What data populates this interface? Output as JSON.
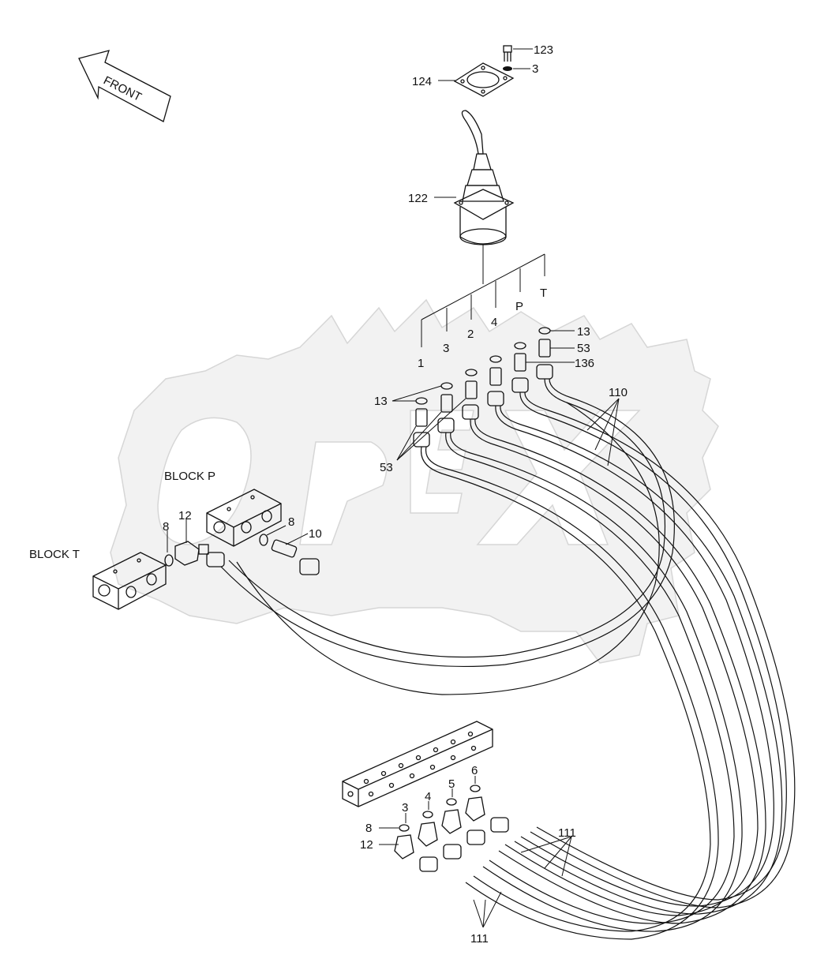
{
  "front_arrow": "FRONT",
  "watermark": "OPEX",
  "block_p": "BLOCK  P",
  "block_t": "BLOCK  T",
  "ports": [
    "1",
    "2",
    "3",
    "4",
    "P",
    "T"
  ],
  "callouts": {
    "c123": "123",
    "c3_top": "3",
    "c124": "124",
    "c122": "122",
    "c13_right": "13",
    "c53_right": "53",
    "c136": "136",
    "c13_left": "13",
    "c53_left": "53",
    "c110": "110",
    "c8_t": "8",
    "c12_t": "12",
    "c8_p": "8",
    "c10": "10",
    "c3_b": "3",
    "c4_b": "4",
    "c5_b": "5",
    "c6_b": "6",
    "c8_b": "8",
    "c12_b": "12",
    "c111_a": "111",
    "c111_b": "111"
  }
}
